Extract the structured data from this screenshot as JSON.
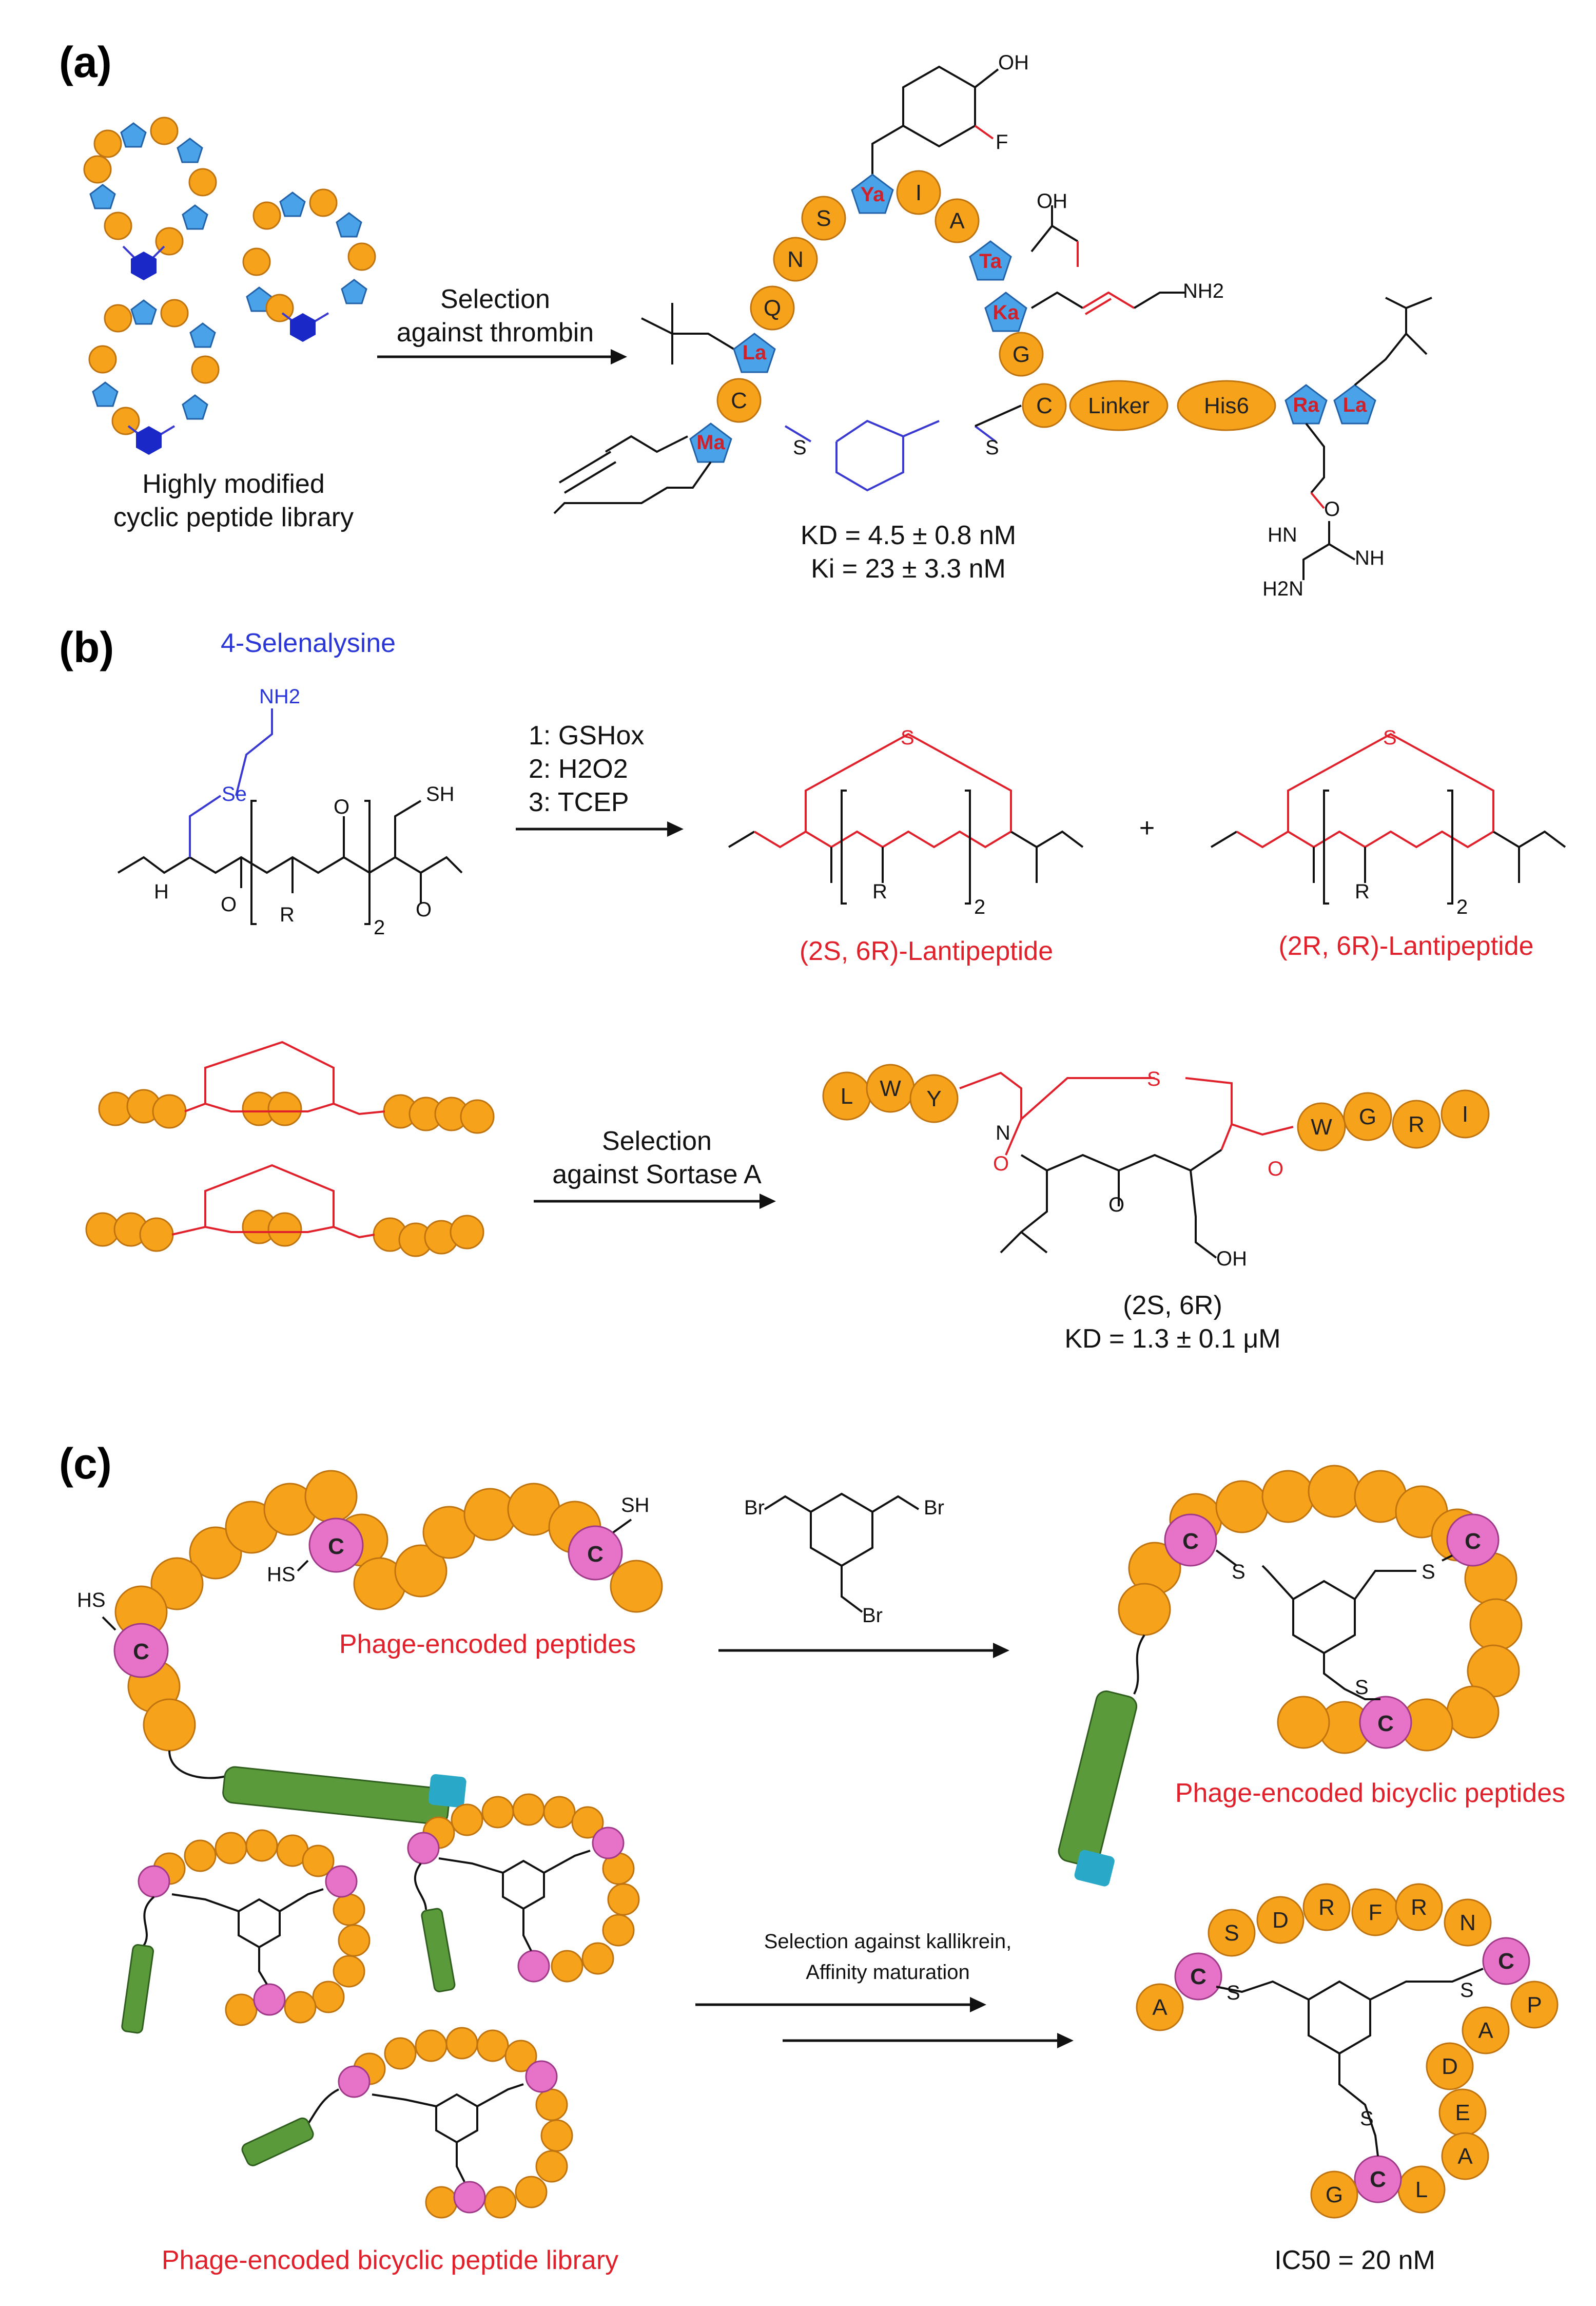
{
  "panels": {
    "a": "(a)",
    "b": "(b)",
    "c": "(c)"
  },
  "panel_a": {
    "library_caption_line1": "Highly modified",
    "library_caption_line2": "cyclic peptide library",
    "arrow_label_line1": "Selection",
    "arrow_label_line2": "against thrombin",
    "residues": [
      "Ma",
      "C",
      "La",
      "Q",
      "N",
      "S",
      "Ya",
      "I",
      "A",
      "Ta",
      "Ka",
      "G",
      "C",
      "Ra",
      "La"
    ],
    "linker": "Linker",
    "his": "His6",
    "oh": "OH",
    "f": "F",
    "nh2": "NH2",
    "s": "S",
    "kd": "KD = 4.5 ± 0.8 nM",
    "ki": "Ki = 23 ± 3.3 nM",
    "hn": "HN",
    "nh": "NH",
    "h2n": "H2N",
    "o": "O"
  },
  "panel_b": {
    "selenalysine": "4-Selenalysine",
    "se": "Se",
    "nh2": "NH2",
    "sh": "SH",
    "conditions": [
      "1: GSHox",
      "2: H2O2",
      "3: TCEP"
    ],
    "product1": "(2S, 6R)-Lantipeptide",
    "product2": "(2R, 6R)-Lantipeptide",
    "plus": "+",
    "arrow_label_line1": "Selection",
    "arrow_label_line2": "against Sortase A",
    "residues_left": [
      "L",
      "W",
      "Y"
    ],
    "residues_right": [
      "W",
      "G",
      "R",
      "I"
    ],
    "stereo": "(2S, 6R)",
    "kd": "KD = 1.3 ± 0.1 μM",
    "r": "R",
    "h": "H",
    "n": "N",
    "oh": "OH",
    "sub2": "2"
  },
  "panel_c": {
    "phage_peptides": "Phage-encoded peptides",
    "bicyclic": "Phage-encoded bicyclic peptides",
    "library": "Phage-encoded bicyclic peptide library",
    "selection_line1": "Selection against kallikrein,",
    "selection_line2": "Affinity maturation",
    "ic50": "IC50 = 20 nM",
    "br": "Br",
    "sh": "SH",
    "hs": "HS",
    "c": "C",
    "s": "S",
    "final_residues": [
      "A",
      "C",
      "S",
      "D",
      "R",
      "F",
      "R",
      "N",
      "C",
      "P",
      "A",
      "D",
      "E",
      "A",
      "L",
      "C",
      "G"
    ]
  }
}
